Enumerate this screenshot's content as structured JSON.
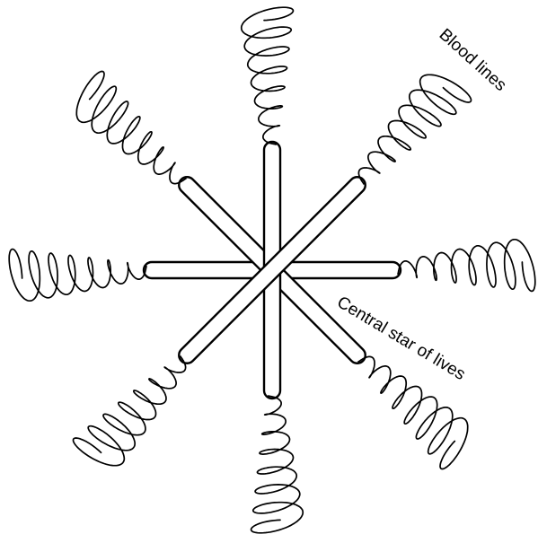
{
  "diagram": {
    "labels": {
      "blood_lines": "Blood lines",
      "central_star": "Central star of lives"
    },
    "arm_count": 8,
    "colors": {
      "line": "#000000",
      "background": "#ffffff"
    }
  }
}
